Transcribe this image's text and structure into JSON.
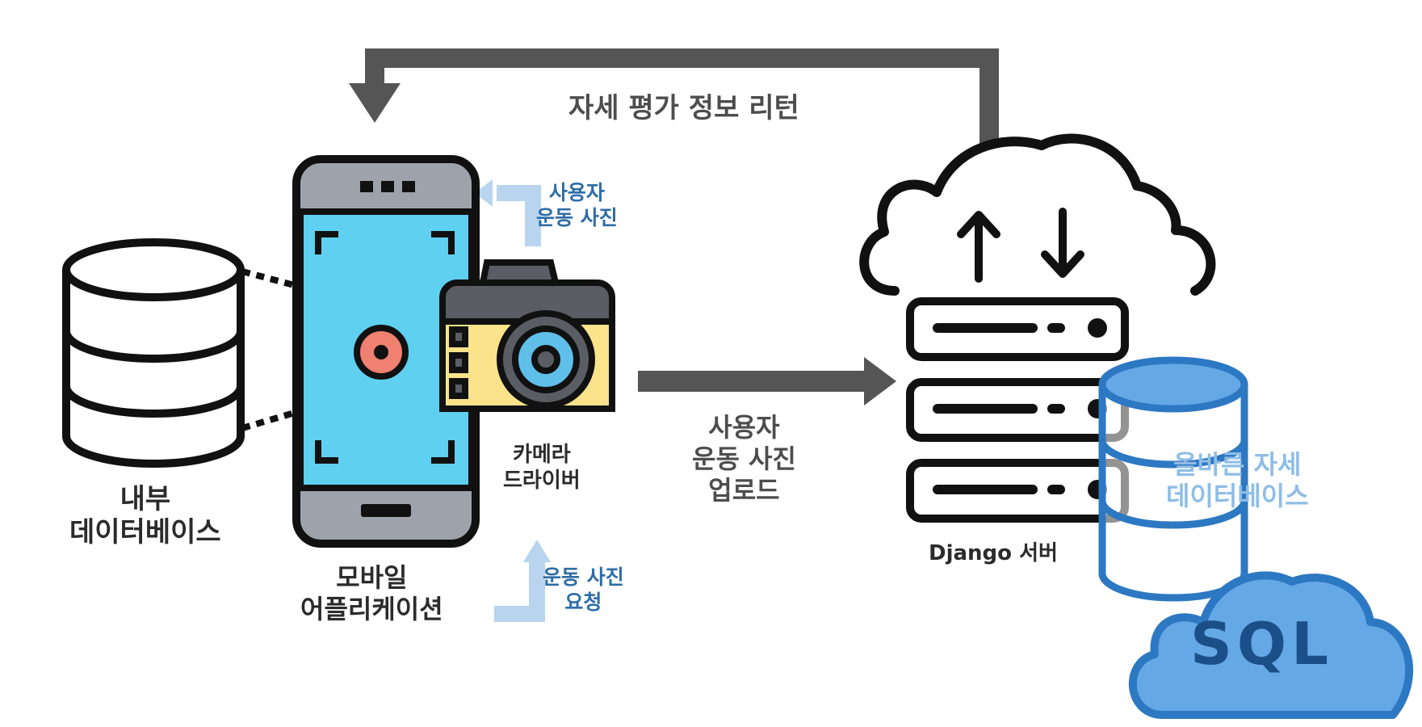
{
  "labels": {
    "return_info": "자세 평가 정보 리턴",
    "user_photo_line1": "사용자",
    "user_photo_line2": "운동 사진",
    "upload_line1": "사용자",
    "upload_line2": "운동 사진",
    "upload_line3": "업로드",
    "camera_driver_line1": "카메라",
    "camera_driver_line2": "드라이버",
    "request_line1": "운동 사진",
    "request_line2": "요청",
    "internal_db_line1": "내부",
    "internal_db_line2": "데이터베이스",
    "mobile_app_line1": "모바일",
    "mobile_app_line2": "어플리케이션",
    "django_server": "Django 서버",
    "correct_db_line1": "올바른 자세",
    "correct_db_line2": "데이터베이스",
    "sql": "SQL"
  },
  "icons": {
    "internal_db": "database-icon",
    "phone": "smartphone-icon",
    "camera": "camera-icon",
    "cloud": "cloud-icon",
    "server": "server-rack-icon",
    "sql_db": "database-icon",
    "sql_cloud": "cloud-icon"
  },
  "colors": {
    "outline": "#111111",
    "arrow_dark": "#555555",
    "arrow_light": "#b8d4ee",
    "phone_screen": "#5fd0f0",
    "phone_frame": "#9ea3ab",
    "camera_body": "#5a5d63",
    "camera_panel": "#fbe38b",
    "record_dot": "#f0806f",
    "lens": "#5fbfe8",
    "sql_blue": "#2d78c2",
    "sql_fill": "#64a8e6"
  }
}
